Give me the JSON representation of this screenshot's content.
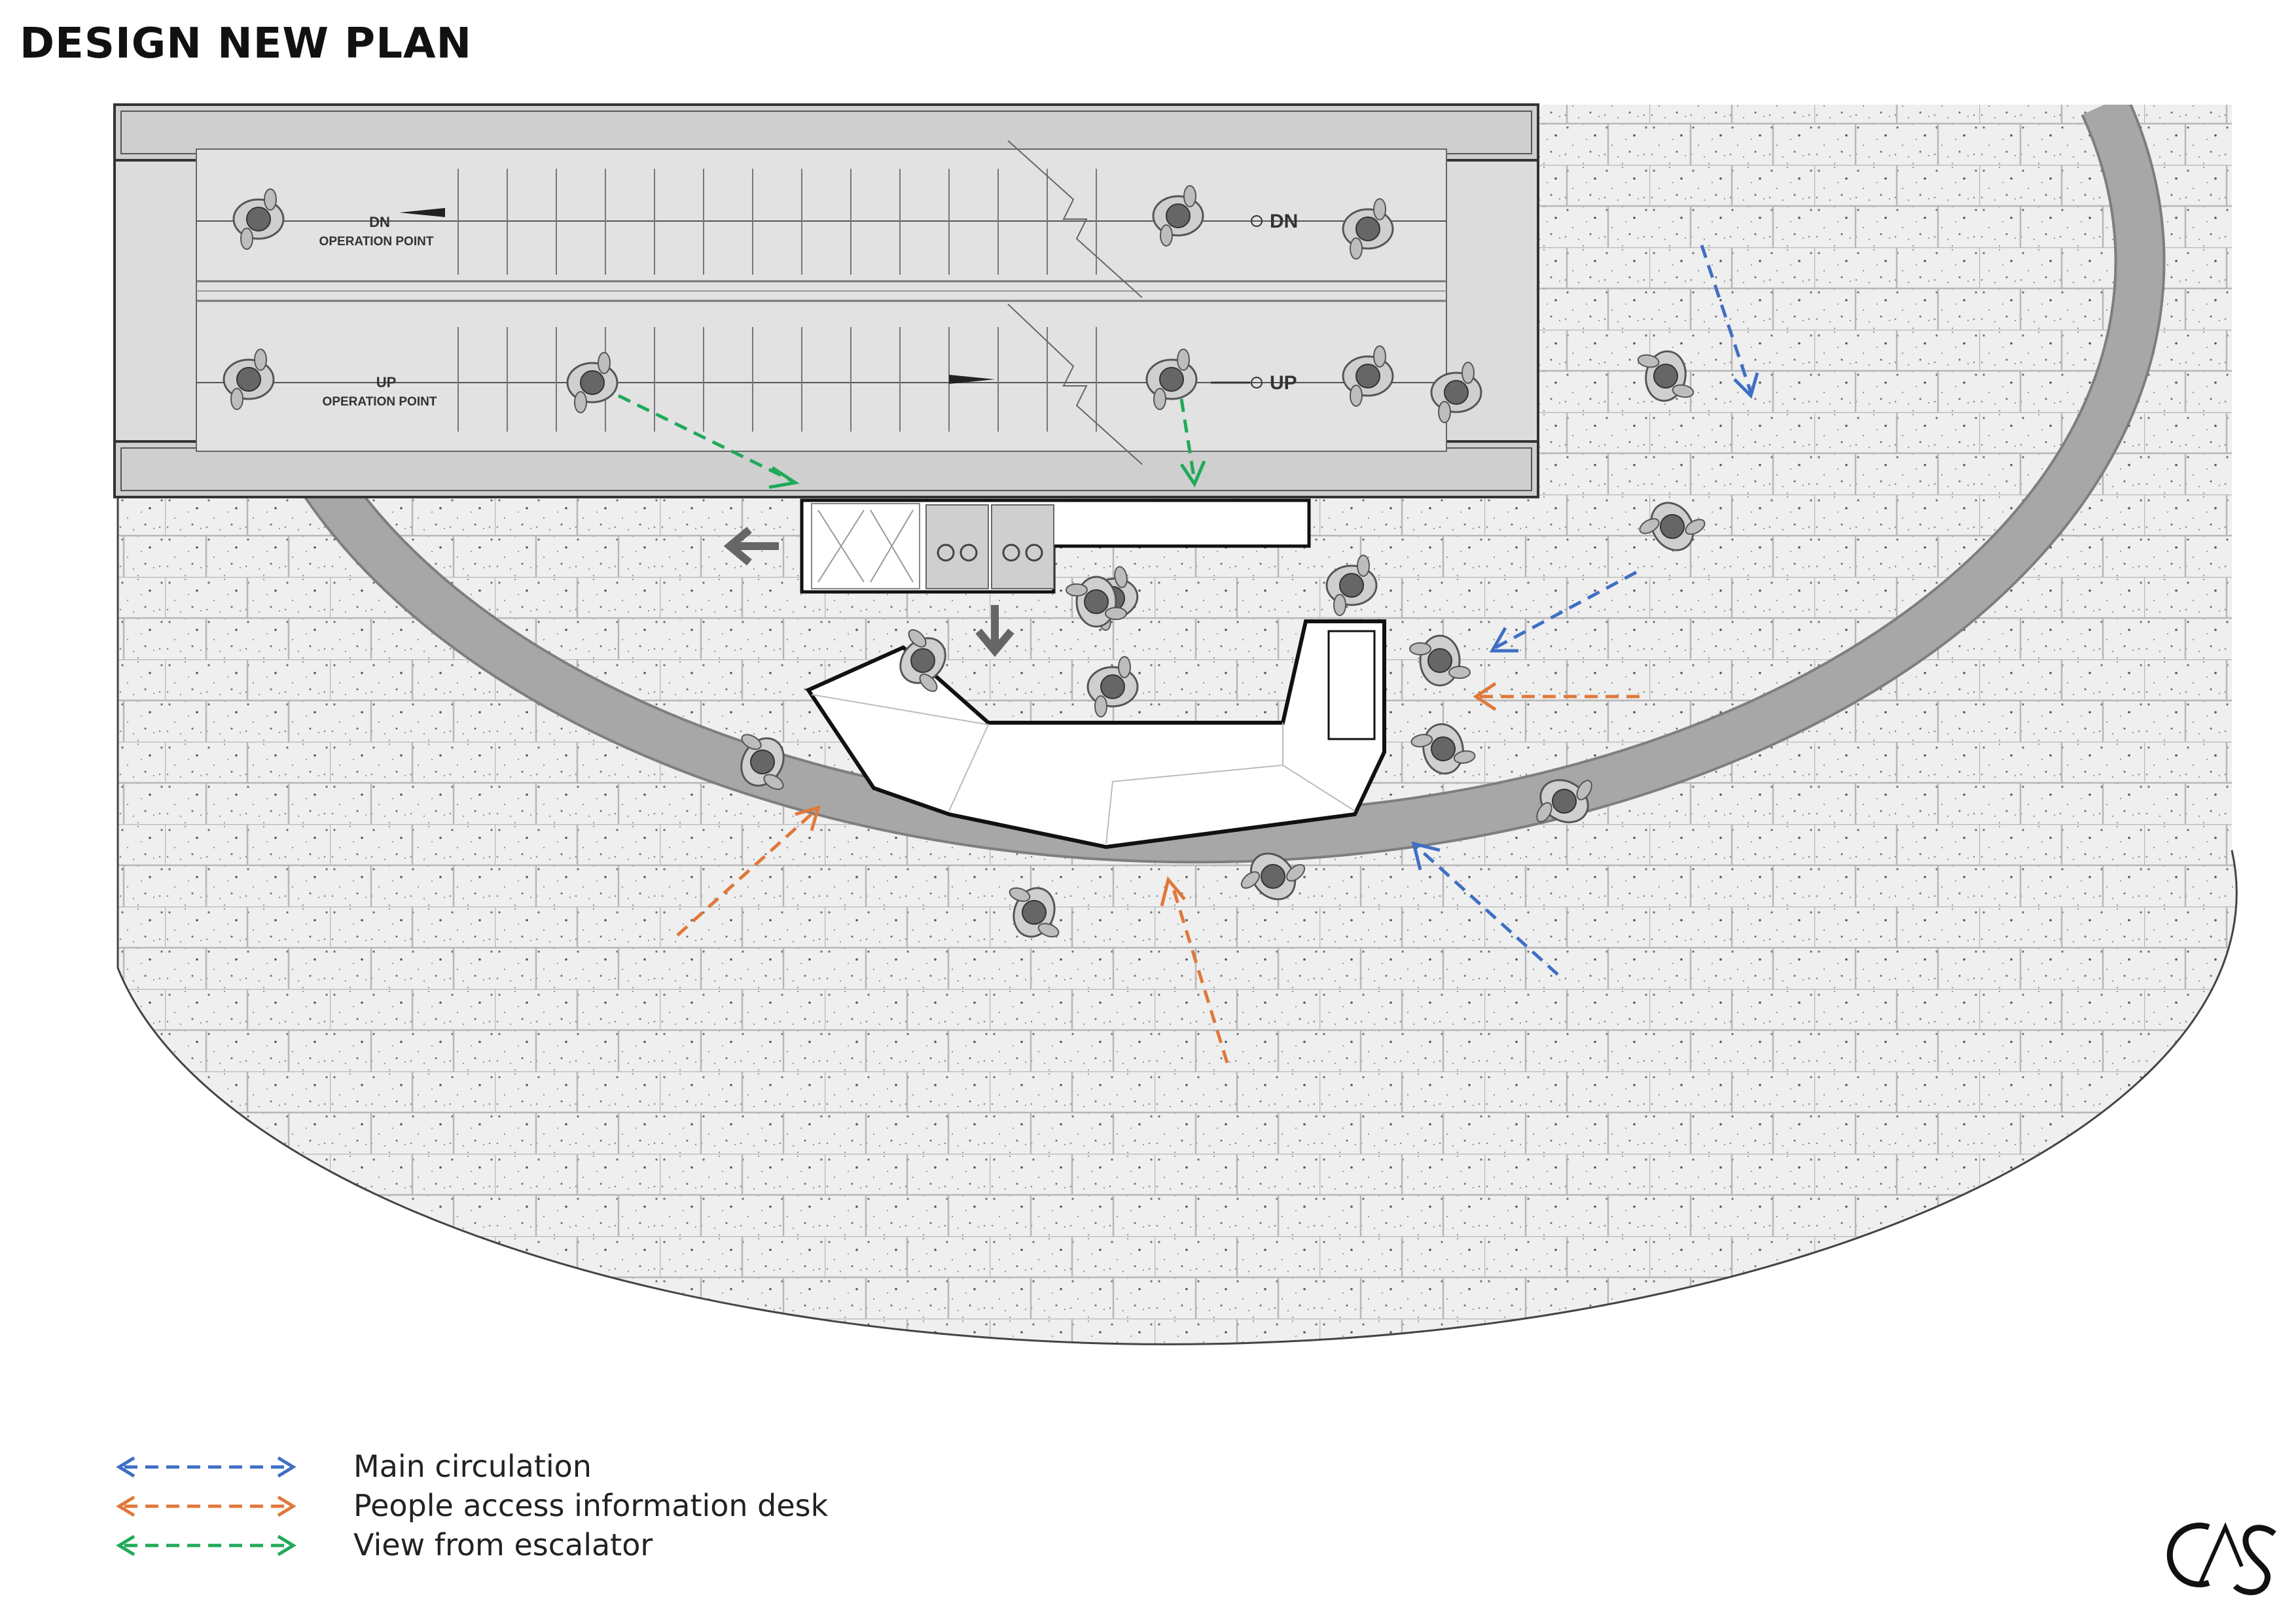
{
  "title": "DESIGN NEW PLAN",
  "escalator": {
    "dn_label": "DN",
    "up_label": "UP",
    "operation_point": "OPERATION POINT"
  },
  "legend": [
    {
      "label": "Main circulation",
      "color": "#3f6fc4"
    },
    {
      "label": "People access information desk",
      "color": "#e0783a"
    },
    {
      "label": "View from escalator",
      "color": "#1faa59"
    }
  ],
  "colors": {
    "paving": "#eeeeee",
    "ring": "#a5a5a5",
    "escalator": "#dedede",
    "desk": "#ffffff"
  },
  "icons": [
    "person-icon",
    "left-arrow-icon",
    "down-arrow-icon",
    "logo-icon"
  ]
}
